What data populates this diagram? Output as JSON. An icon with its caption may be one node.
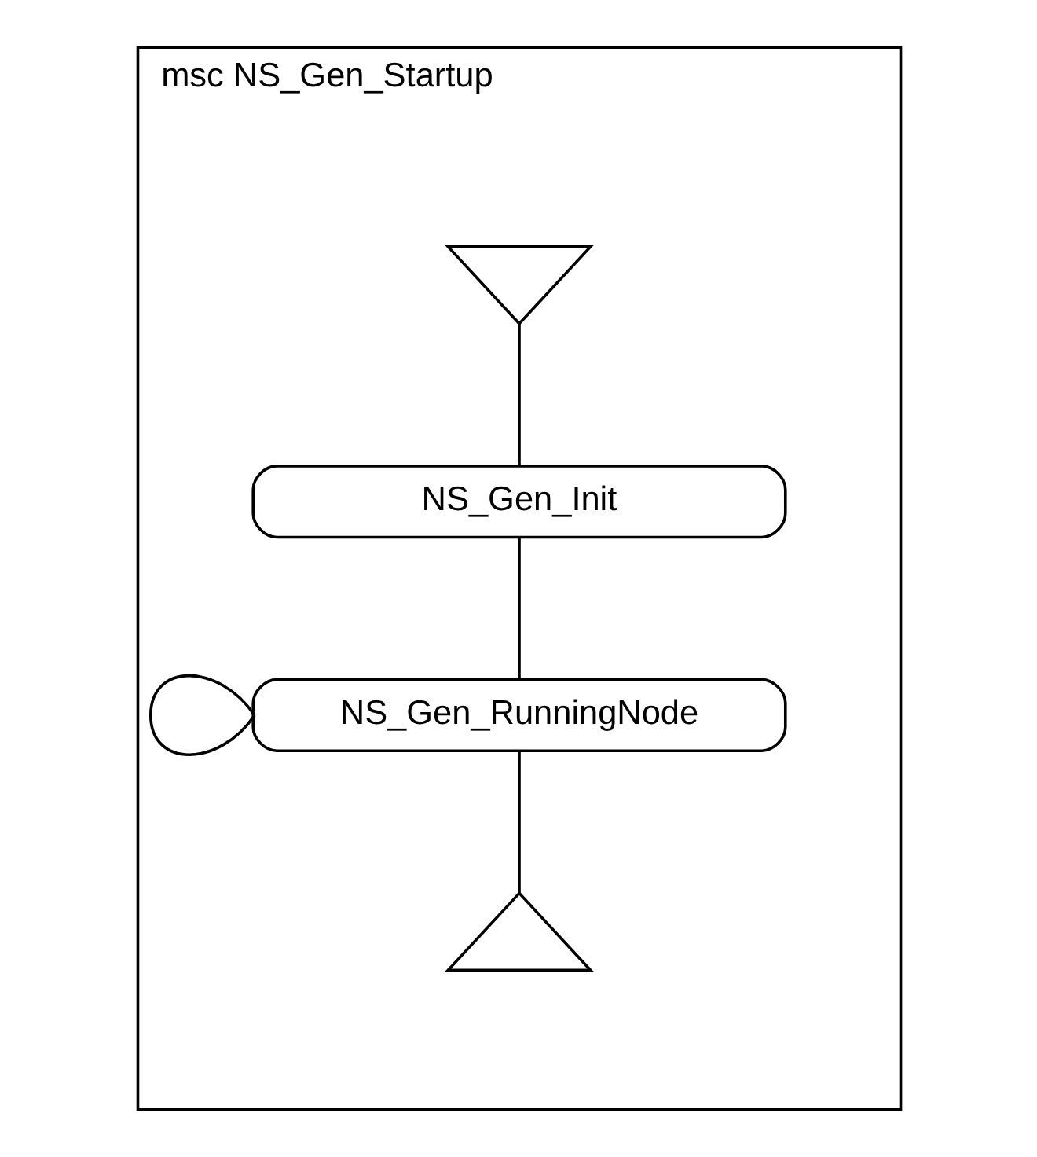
{
  "diagram": {
    "nodes": [
      {
        "text": [
          "msc NS_Gen_Startup"
        ]
      },
      {
        "text": [],
        "shape": "triangle",
        "in": 0
      },
      {
        "text": [
          "NS_Gen_Init"
        ],
        "in": 0
      },
      {
        "text": [
          "NS_Gen_RunningNode"
        ],
        "in": 0
      },
      {
        "text": [],
        "shape": "triangle",
        "in": 0
      }
    ],
    "edges": [
      {
        "from": 1,
        "to": 2,
        "arrow": "none"
      },
      {
        "from": 2,
        "to": 3,
        "arrow": "none"
      },
      {
        "from": 3,
        "to": 3,
        "arrow": "none"
      },
      {
        "from": 3,
        "to": 4,
        "arrow": "none"
      }
    ]
  }
}
